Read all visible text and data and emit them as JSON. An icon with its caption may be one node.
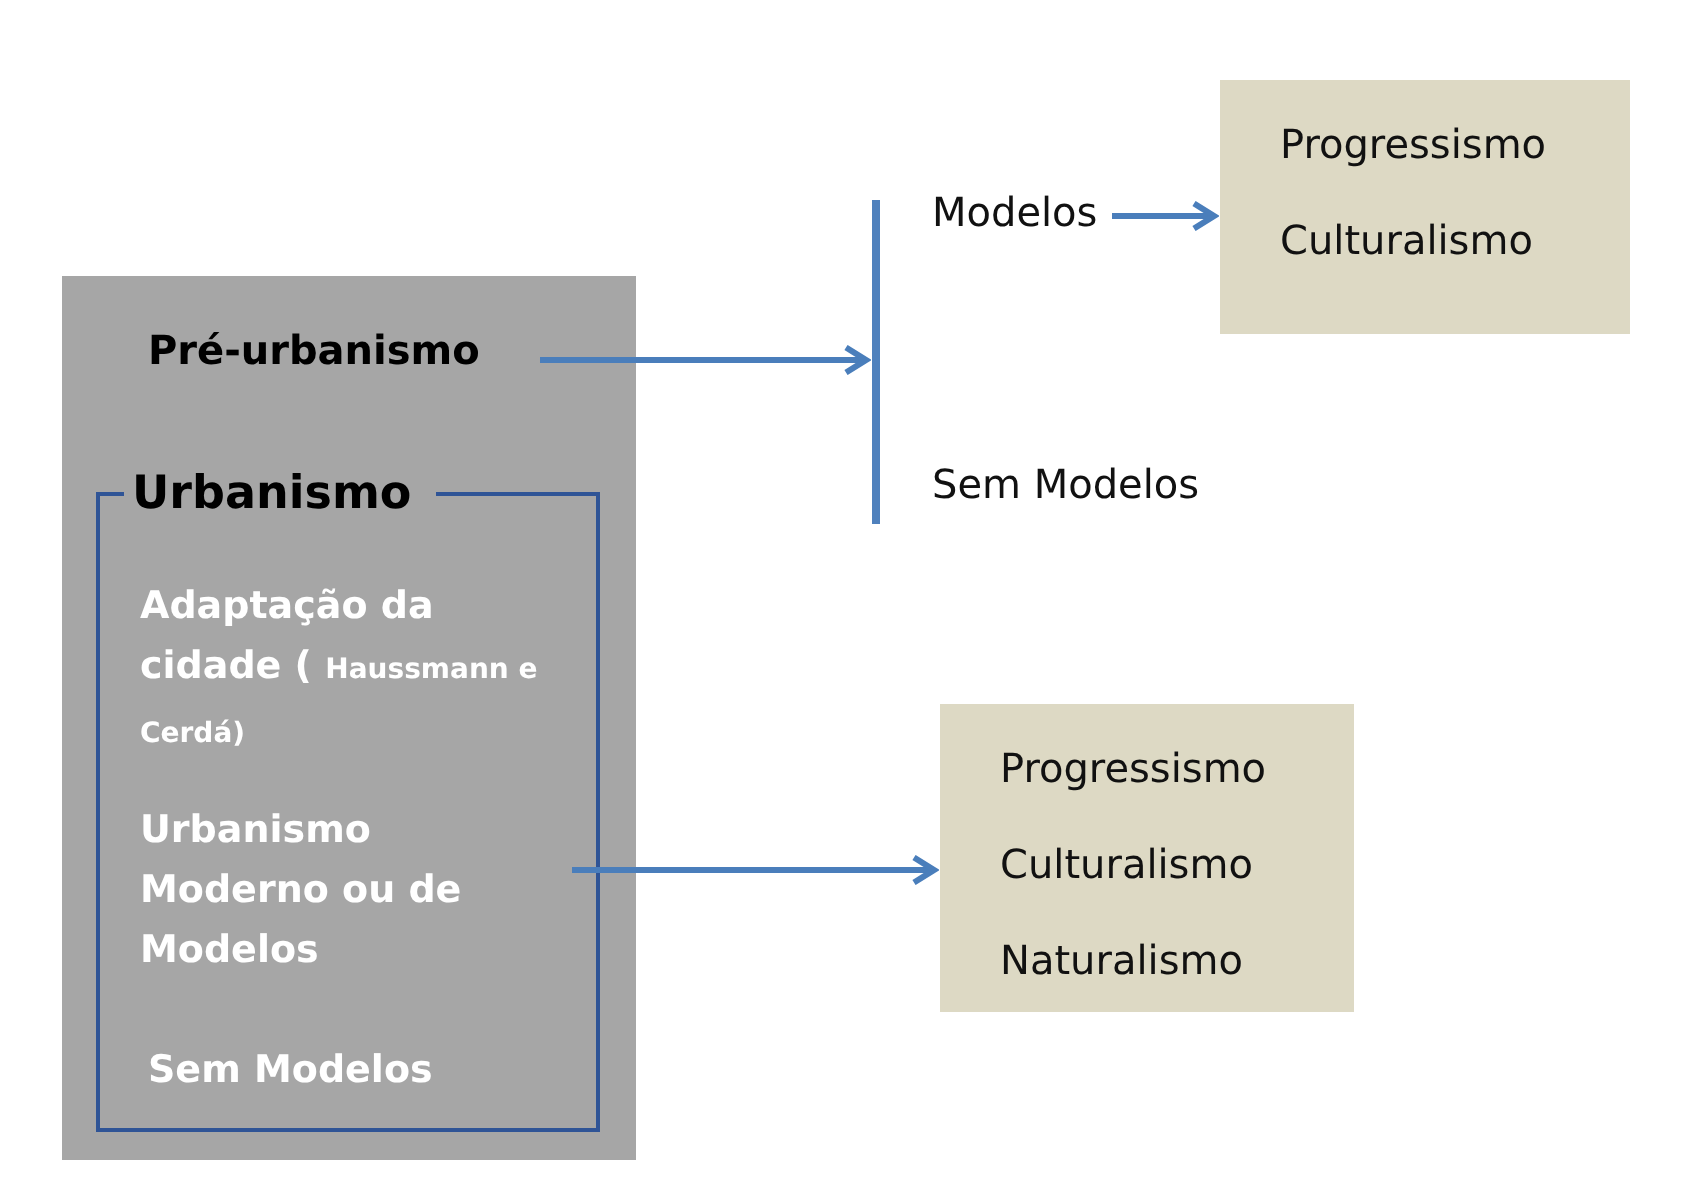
{
  "diagram": {
    "nodes": [
      {
        "text": [],
        "shape": "box"
      },
      {
        "text": [
          "Pré-urbanismo"
        ],
        "in": 0
      },
      {
        "text": [
          "Urbanismo"
        ],
        "in": 0
      },
      {
        "text": [
          "Adaptação da cidade (",
          "Haussmann e Cerdá)"
        ],
        "in": 2
      },
      {
        "text": [
          "Urbanismo Moderno ou de Modelos"
        ],
        "in": 2
      },
      {
        "text": [
          "Sem Modelos"
        ],
        "in": 2
      },
      {
        "text": [],
        "shape": "bar"
      },
      {
        "text": [
          "Modelos"
        ]
      },
      {
        "text": [
          "Progressismo",
          "Culturalismo"
        ]
      },
      {
        "text": [
          "Progressismo",
          "Culturalismo",
          "Naturalismo"
        ]
      }
    ],
    "edges": [
      {
        "from": 1,
        "to": 6,
        "arrow": "to"
      },
      {
        "from": 7,
        "to": 8,
        "arrow": "to"
      },
      {
        "from": 4,
        "to": 9,
        "arrow": "to"
      }
    ],
    "labels": [
      "Sem Modelos"
    ]
  }
}
